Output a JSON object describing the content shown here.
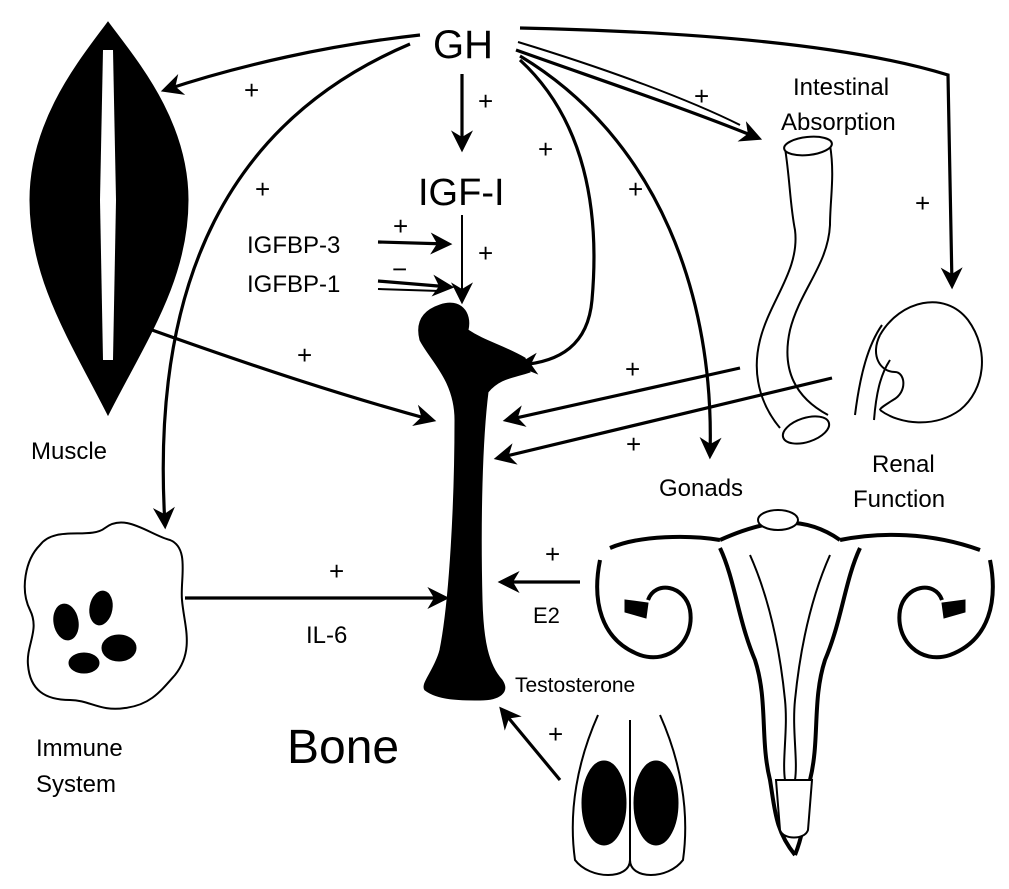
{
  "labels": {
    "gh": "GH",
    "igf1": "IGF-I",
    "igfbp3": "IGFBP-3",
    "igfbp1": "IGFBP-1",
    "muscle": "Muscle",
    "immune_line1": "Immune",
    "immune_line2": "System",
    "bone": "Bone",
    "intestinal_line1": "Intestinal",
    "intestinal_line2": "Absorption",
    "renal_line1": "Renal",
    "renal_line2": "Function",
    "gonads": "Gonads",
    "il6": "IL-6",
    "e2": "E2",
    "testosterone": "Testosterone"
  },
  "signs": {
    "positive": "+",
    "negative": "−"
  },
  "icons": [
    "muscle-icon",
    "immune-cell-icon",
    "bone-icon",
    "intestine-icon",
    "kidney-icon",
    "uterus-icon",
    "testes-icon"
  ]
}
